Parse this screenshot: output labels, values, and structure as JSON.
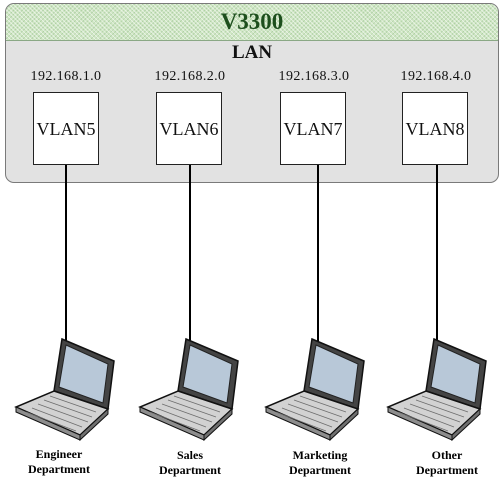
{
  "device": {
    "title": "V3300",
    "lan_label": "LAN"
  },
  "vlans": [
    {
      "ip": "192.168.1.0",
      "label": "VLAN5"
    },
    {
      "ip": "192.168.2.0",
      "label": "VLAN6"
    },
    {
      "ip": "192.168.3.0",
      "label": "VLAN7"
    },
    {
      "ip": "192.168.4.0",
      "label": "VLAN8"
    }
  ],
  "departments": [
    {
      "line1": "Engineer",
      "line2": "Department"
    },
    {
      "line1": "Sales",
      "line2": "Department"
    },
    {
      "line1": "Marketing",
      "line2": "Department"
    },
    {
      "line1": "Other",
      "line2": "Department"
    }
  ],
  "icons": {
    "computer": "laptop-icon"
  },
  "colors": {
    "title": "#1d4f1d",
    "header": "#cfe6c4",
    "device_body": "#e2e2e2"
  }
}
